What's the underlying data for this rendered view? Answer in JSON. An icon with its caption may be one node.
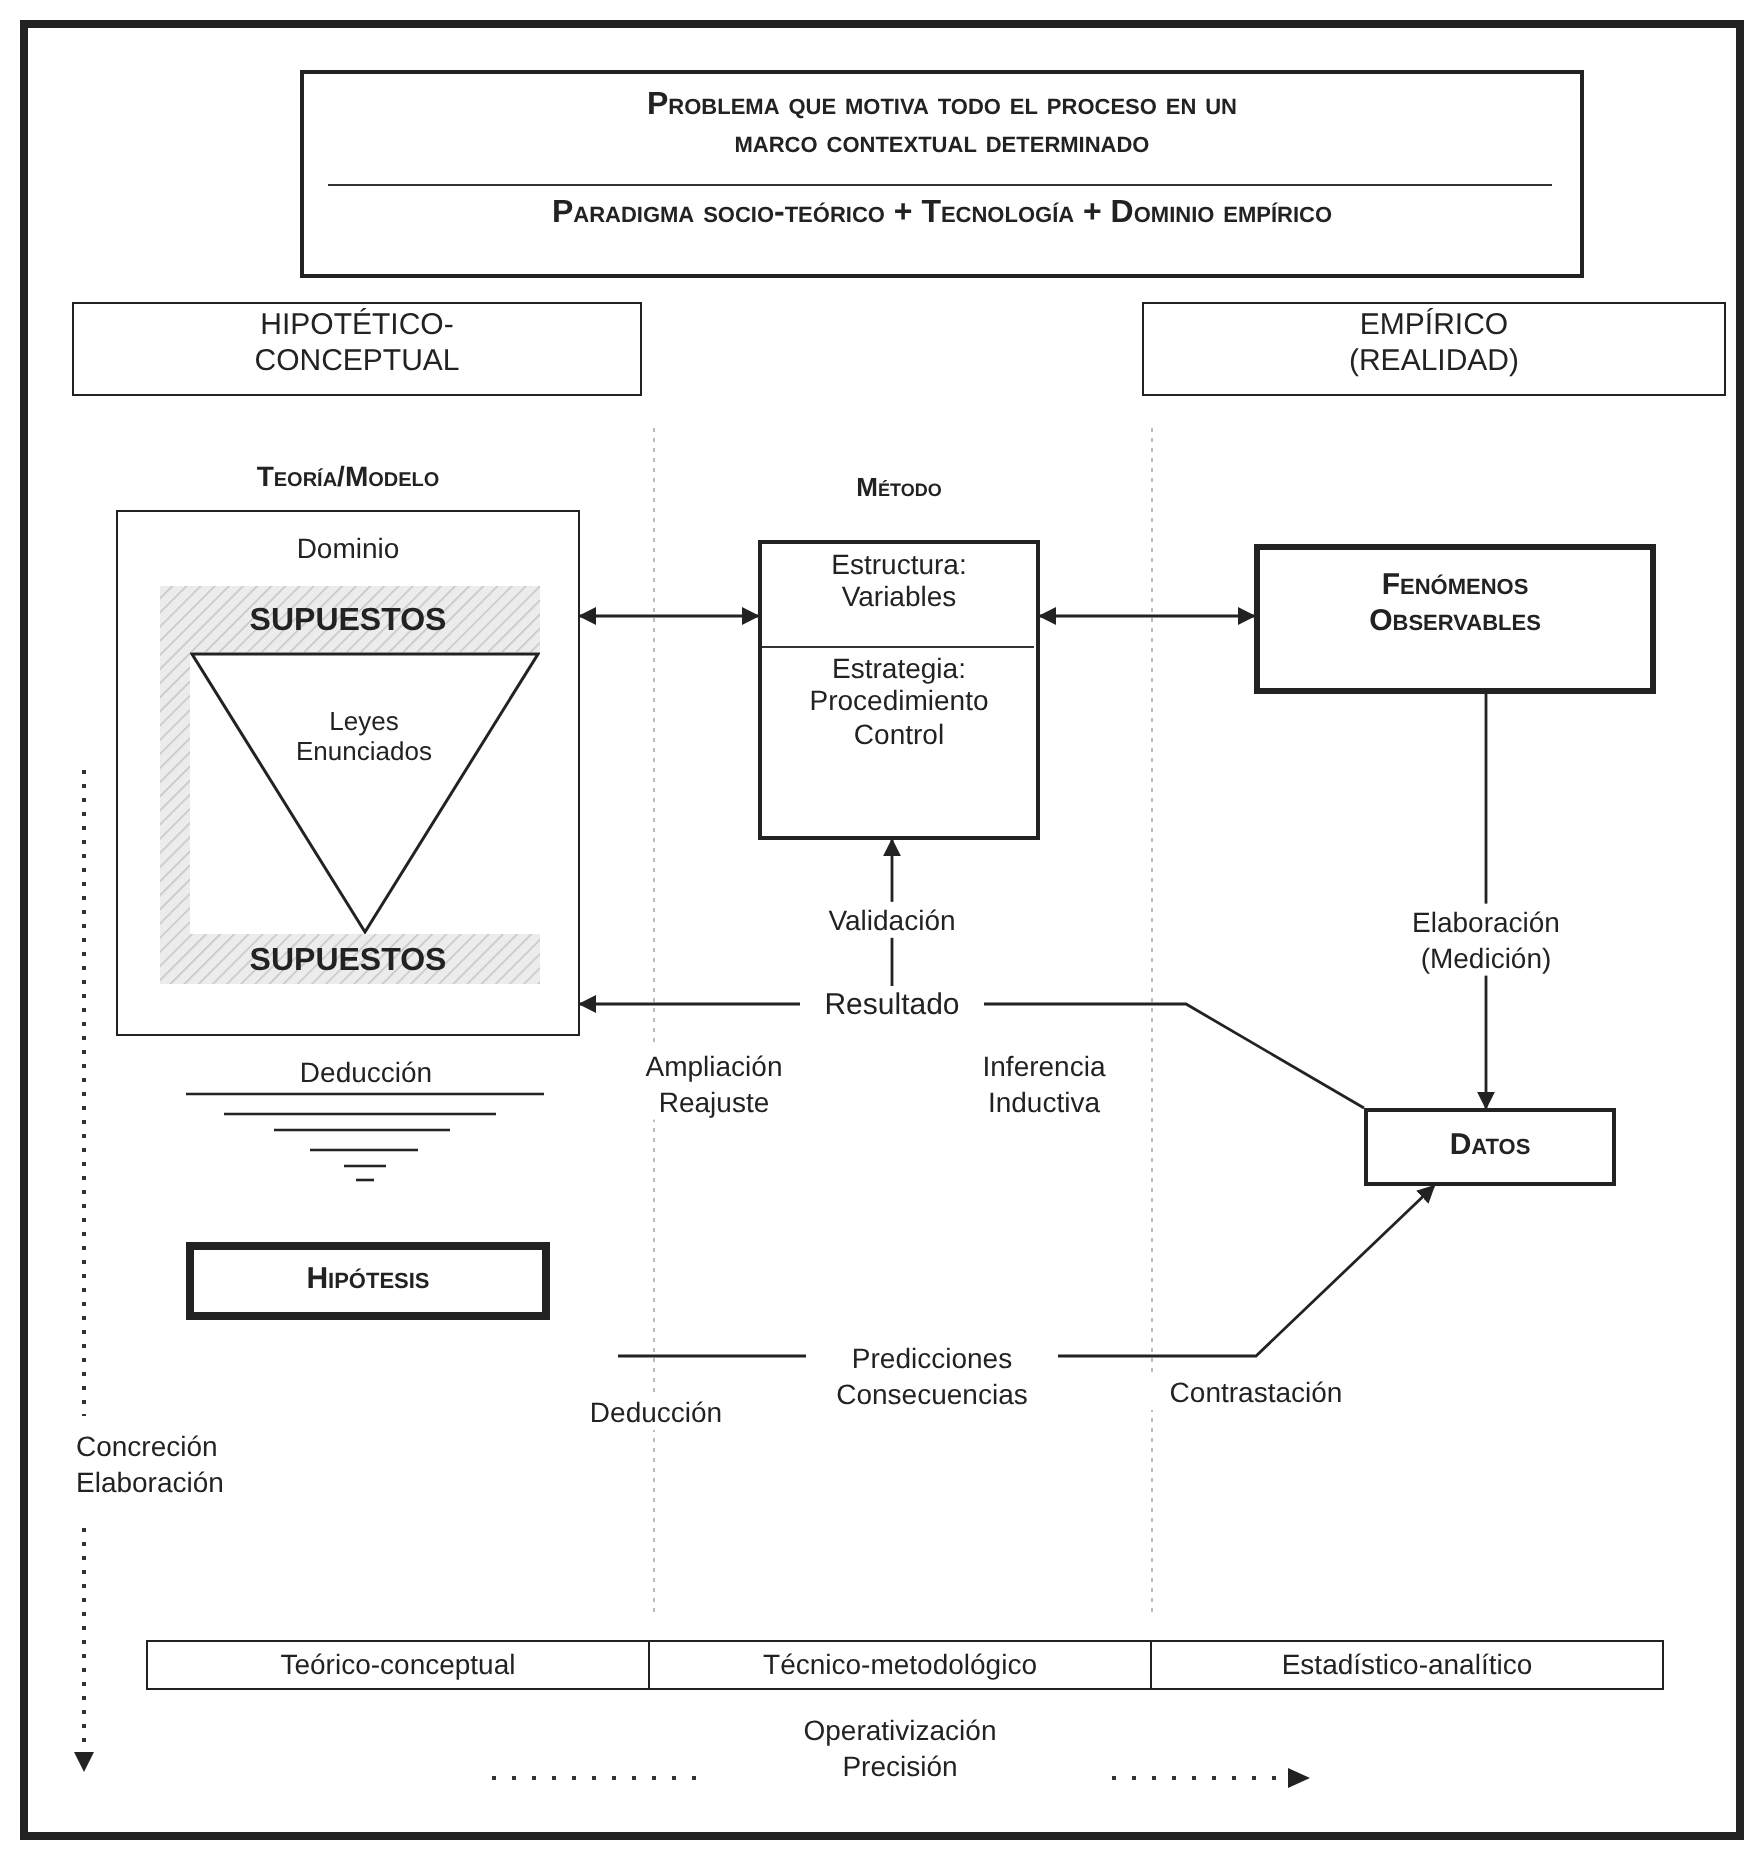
{
  "diagram": {
    "nodes": [
      {
        "text": [
          "Problema que motiva todo el proceso en un marco contextual determinado",
          "Paradigma socio-teórico + Tecnología + Dominio empírico"
        ]
      },
      {
        "text": [
          "HIPOTÉTICO-CONCEPTUAL"
        ]
      },
      {
        "text": [
          "EMPÍRICO (REALIDAD)"
        ]
      },
      {
        "text": [
          "Teoría/Modelo",
          "Dominio",
          "SUPUESTOS",
          "SUPUESTOS"
        ]
      },
      {
        "text": [
          "Leyes Enunciados"
        ],
        "in": 3
      },
      {
        "text": [
          "Método",
          "Estructura: Variables",
          "Estrategia: Procedimiento Control"
        ]
      },
      {
        "text": [
          "Fenómenos Observables"
        ]
      },
      {
        "text": [
          "Resultado"
        ]
      },
      {
        "text": [
          "Datos"
        ]
      },
      {
        "text": [
          "Hipótesis"
        ]
      },
      {
        "text": [
          "Teórico-conceptual"
        ]
      },
      {
        "text": [
          "Técnico-metodológico"
        ]
      },
      {
        "text": [
          "Estadístico-analítico"
        ]
      }
    ],
    "edges": [
      {
        "from": 3,
        "to": 5,
        "arrow": "both"
      },
      {
        "from": 5,
        "to": 6,
        "arrow": "both"
      },
      {
        "from": 6,
        "to": 8,
        "arrow": "to",
        "label": "Elaboración (Medición)"
      },
      {
        "from": 8,
        "to": 7,
        "arrow": "none",
        "label": "Inferencia Inductiva"
      },
      {
        "from": 7,
        "to": 3,
        "arrow": "to",
        "label": "Ampliación Reajuste"
      },
      {
        "from": 7,
        "to": 5,
        "arrow": "to",
        "label": "Validación"
      },
      {
        "from": null,
        "to": 8,
        "arrow": "to",
        "label": "Predicciones Consecuencias"
      }
    ],
    "labels": [
      "Deducción",
      "Deducción",
      "Contrastación",
      "Concreción Elaboración",
      "Operativización Precisión"
    ]
  }
}
